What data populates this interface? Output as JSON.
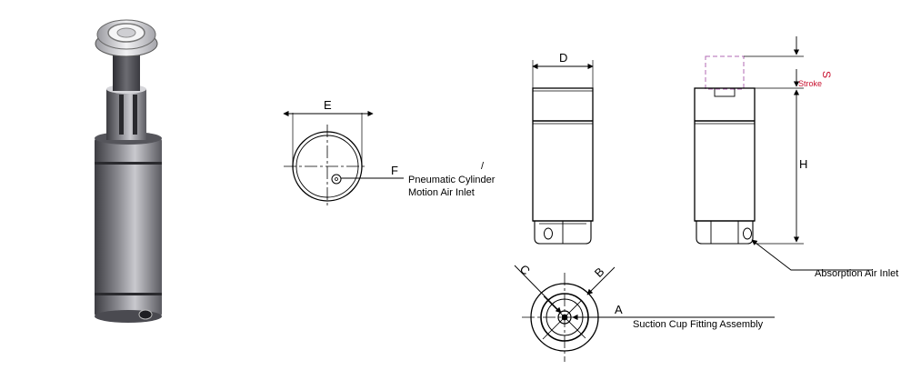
{
  "labels": {
    "D": "D",
    "E": "E",
    "F": "F",
    "H": "H",
    "S": "S",
    "A": "A",
    "B": "B",
    "C": "C",
    "stroke": "Stroke",
    "pneumatic_line1": "Pneumatic Cylinder",
    "pneumatic_line2": "Motion Air Inlet",
    "absorption": "Absorption Air Inlet",
    "suction": "Suction Cup Fitting Assembly"
  },
  "colors": {
    "line": "#000000",
    "stroke_label": "#c8102e",
    "stroke_box": "#b06ab3",
    "metal_dark": "#4a4a4f",
    "metal_light": "#d8d8dc"
  }
}
